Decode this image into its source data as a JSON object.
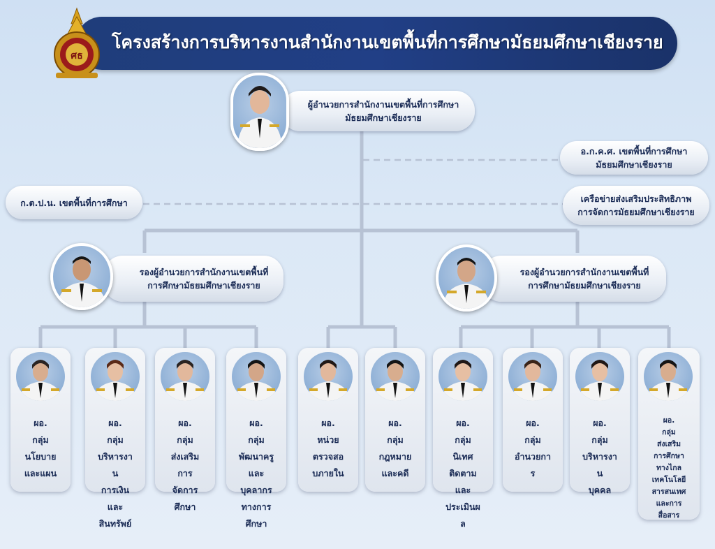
{
  "header": {
    "title": "โครงสร้างการบริหารงานสำนักงานเขตพื้นที่การศึกษามัธยมศึกษาเชียงราย",
    "emblem_icon": "thai-education-emblem-icon"
  },
  "director": {
    "line1": "ผู้อำนวยการสำนักงานเขตพื้นที่การศึกษา",
    "line2": "มัธยมศึกษาเชียงราย"
  },
  "side_boxes": {
    "left": {
      "line1": "ก.ต.ป.น. เขตพื้นที่การศึกษา"
    },
    "right_top": {
      "line1": "อ.ก.ค.ศ. เขตพื้นที่การศึกษา",
      "line2": "มัธยมศึกษาเชียงราย"
    },
    "right_bottom": {
      "line1": "เครือข่ายส่งเสริมประสิทธิภาพ",
      "line2": "การจัดการมัธยมศึกษาเชียงราย"
    }
  },
  "deputies": [
    {
      "line1": "รองผู้อำนวยการสำนักงานเขตพื้นที่",
      "line2": "การศึกษามัธยมศึกษาเชียงราย"
    },
    {
      "line1": "รองผู้อำนวยการสำนักงานเขตพื้นที่",
      "line2": "การศึกษามัธยมศึกษาเชียงราย"
    }
  ],
  "groups": [
    {
      "lines": [
        "ผอ.",
        "กลุ่ม",
        "นโยบาย",
        "และแผน"
      ]
    },
    {
      "lines": [
        "ผอ.",
        "กลุ่ม",
        "บริหารงา",
        "น",
        "การเงิน",
        "และ",
        "สินทรัพย์"
      ]
    },
    {
      "lines": [
        "ผอ.",
        "กลุ่ม",
        "ส่งเสริม",
        "การ",
        "จัดการ",
        "ศึกษา"
      ]
    },
    {
      "lines": [
        "ผอ.",
        "กลุ่ม",
        "พัฒนาครู",
        "และ",
        "บุคลากร",
        "ทางการ",
        "ศึกษา"
      ]
    },
    {
      "lines": [
        "ผอ.",
        "หน่วย",
        "ตรวจสอ",
        "บภายใน"
      ]
    },
    {
      "lines": [
        "ผอ.",
        "กลุ่ม",
        "กฎหมาย",
        "และคดี"
      ]
    },
    {
      "lines": [
        "ผอ.",
        "กลุ่ม",
        "นิเทศ",
        "ติดตาม",
        "และ",
        "ประเมินผ",
        "ล"
      ]
    },
    {
      "lines": [
        "ผอ.",
        "กลุ่ม",
        "อำนวยกา",
        "ร"
      ]
    },
    {
      "lines": [
        "ผอ.",
        "กลุ่ม",
        "บริหารงา",
        "น",
        "บุคคล"
      ]
    },
    {
      "lines": [
        "ผอ.",
        "กลุ่ม",
        "ส่งเสริม",
        "การศึกษา",
        "ทางไกล",
        "เทคโนโลยี",
        "สารสนเทศ",
        "และการ",
        "สื่อสาร"
      ]
    }
  ]
}
